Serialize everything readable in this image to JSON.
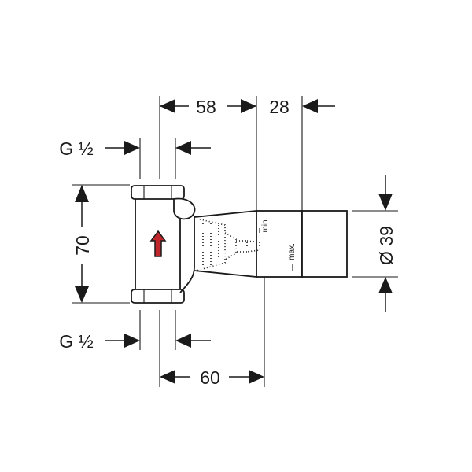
{
  "dimensions": {
    "top_left": "58",
    "top_right": "28",
    "height": "70",
    "bottom": "60",
    "diameter": "Ø 39",
    "thread_top": "G ½",
    "thread_bottom": "G ½"
  },
  "markers": {
    "min": "min.",
    "max": "max."
  },
  "colors": {
    "line": "#1a1a1a",
    "flow_arrow": "#c0272d"
  }
}
